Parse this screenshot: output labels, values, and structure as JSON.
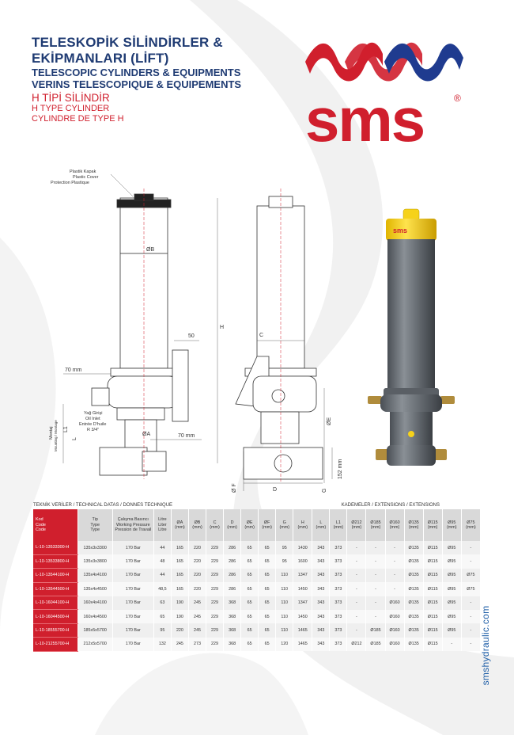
{
  "header": {
    "title_tr_line1": "TELESKOPİK SİLİNDİRLER &",
    "title_tr_line2": "EKİPMANLARI (LİFT)",
    "title_en": "TELESCOPIC CYLINDERS & EQUIPMENTS",
    "title_fr": "VERINS TELESCOPIQUE & EQUIPEMENTS",
    "type_tr": "H TİPİ SİLİNDİR",
    "type_en": "H TYPE CYLINDER",
    "type_fr": "CYLINDRE DE TYPE H"
  },
  "logo": {
    "text": "sms",
    "registered": "®"
  },
  "drawing": {
    "cap_label_tr": "Plastik Kapak",
    "cap_label_en": "Plastic Cover",
    "cap_label_fr": "Protection Plastique",
    "dim_b": "ØB",
    "dim_h": "H",
    "dim_50": "50",
    "dim_70_top": "70 mm",
    "dim_70_bottom": "70 mm",
    "dim_a": "ØA",
    "oil_tr": "Yağ Girişi",
    "oil_en": "Oil Inlet",
    "oil_fr": "Entrée D'huile",
    "oil_size": "R 3/4\"",
    "mount_tr": "Montaj",
    "mount_en": "Mounting / Montage",
    "dim_l1": "L1",
    "dim_l": "L",
    "dim_c": "C",
    "dim_e": "ØE",
    "dim_f": "Ø F",
    "dim_d": "D",
    "dim_g": "G",
    "dim_152": "152 mm"
  },
  "photo": {
    "brand": "sms"
  },
  "table": {
    "caption_left": "TEKNİK VERİLER / TECHNICAL DATAS  /  DONNES TECHNIQUE",
    "caption_right": "KADEMELER / EXTENSIONS / EXTENSIONS",
    "headers": [
      [
        "Kod",
        "Code",
        "Code"
      ],
      [
        "Tip",
        "Type",
        "Type"
      ],
      [
        "Çalışma Basıncı",
        "Working Pressure",
        "Pression de Travail"
      ],
      [
        "Litre",
        "Liter",
        "Litre"
      ],
      [
        "ØA",
        "(mm)"
      ],
      [
        "ØB",
        "(mm)"
      ],
      [
        "C",
        "(mm)"
      ],
      [
        "D",
        "(mm)"
      ],
      [
        "ØE",
        "(mm)"
      ],
      [
        "ØF",
        "(mm)"
      ],
      [
        "G",
        "(mm)"
      ],
      [
        "H",
        "(mm)"
      ],
      [
        "L",
        "(mm)"
      ],
      [
        "L1",
        "(mm)"
      ],
      [
        "Ø212",
        "(mm)"
      ],
      [
        "Ø185",
        "(mm)"
      ],
      [
        "Ø160",
        "(mm)"
      ],
      [
        "Ø135",
        "(mm)"
      ],
      [
        "Ø115",
        "(mm)"
      ],
      [
        "Ø95",
        "(mm)"
      ],
      [
        "Ø75",
        "(mm)"
      ]
    ],
    "rows": [
      [
        "L-10-13533300-H",
        "135x3x3300",
        "170 Bar",
        "44",
        "165",
        "220",
        "229",
        "286",
        "65",
        "65",
        "95",
        "1430",
        "343",
        "373",
        "-",
        "-",
        "-",
        "Ø135",
        "Ø115",
        "Ø95",
        "-"
      ],
      [
        "L-10-13533800-H",
        "135x3x3800",
        "170 Bar",
        "48",
        "165",
        "220",
        "229",
        "286",
        "65",
        "65",
        "95",
        "1600",
        "343",
        "373",
        "-",
        "-",
        "-",
        "Ø135",
        "Ø115",
        "Ø95",
        "-"
      ],
      [
        "L-10-13544100-H",
        "135x4x4100",
        "170 Bar",
        "44",
        "165",
        "220",
        "229",
        "286",
        "65",
        "65",
        "110",
        "1347",
        "343",
        "373",
        "-",
        "-",
        "-",
        "Ø135",
        "Ø115",
        "Ø95",
        "Ø75"
      ],
      [
        "L-10-13544500-H",
        "135x4x4500",
        "170 Bar",
        "48,5",
        "165",
        "220",
        "229",
        "286",
        "65",
        "65",
        "110",
        "1450",
        "343",
        "373",
        "-",
        "-",
        "-",
        "Ø135",
        "Ø115",
        "Ø95",
        "Ø75"
      ],
      [
        "L-10-16044100-H",
        "160x4x4100",
        "170 Bar",
        "63",
        "190",
        "245",
        "229",
        "368",
        "65",
        "65",
        "110",
        "1347",
        "343",
        "373",
        "-",
        "-",
        "Ø160",
        "Ø135",
        "Ø115",
        "Ø95",
        "-"
      ],
      [
        "L-10-16044500-H",
        "160x4x4500",
        "170 Bar",
        "65",
        "190",
        "245",
        "229",
        "368",
        "65",
        "65",
        "110",
        "1450",
        "343",
        "373",
        "-",
        "-",
        "Ø160",
        "Ø135",
        "Ø115",
        "Ø95",
        "-"
      ],
      [
        "L-10-18555700-H",
        "185x5x5700",
        "170 Bar",
        "95",
        "220",
        "245",
        "229",
        "368",
        "65",
        "65",
        "110",
        "1465",
        "343",
        "373",
        "-",
        "Ø185",
        "Ø160",
        "Ø135",
        "Ø115",
        "Ø95",
        "-"
      ],
      [
        "L-10-21255700-H",
        "212x5x5700",
        "170 Bar",
        "132",
        "245",
        "273",
        "229",
        "368",
        "65",
        "65",
        "120",
        "1465",
        "343",
        "373",
        "Ø212",
        "Ø185",
        "Ø160",
        "Ø135",
        "Ø115",
        "-",
        "-"
      ]
    ]
  },
  "footer": {
    "website": "smshydraulic.com"
  },
  "colors": {
    "navy": "#1f3b73",
    "red": "#d01f2d",
    "blue": "#1f5fa8"
  }
}
